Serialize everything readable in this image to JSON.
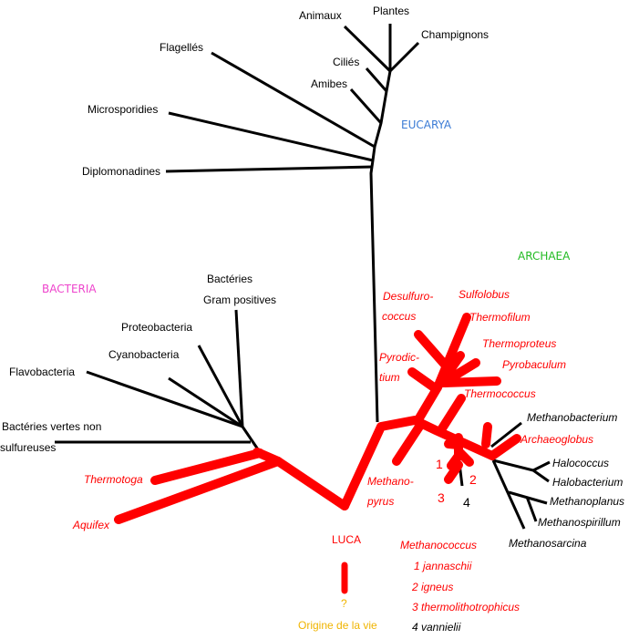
{
  "colors": {
    "black": "#000000",
    "red": "#ff0000",
    "eucarya": "#3a7bd5",
    "archaea": "#22bb22",
    "bacteria": "#ee44cc",
    "origin": "#f0b400"
  },
  "domains": {
    "eucarya": "EUCARYA",
    "archaea": "ARCHAEA",
    "bacteria": "BACTERIA"
  },
  "eucarya": {
    "animaux": "Animaux",
    "plantes": "Plantes",
    "champignons": "Champignons",
    "cilies": "Ciliés",
    "amibes": "Amibes",
    "flagelles": "Flagellés",
    "microsporidies": "Microsporidies",
    "diplomonadines": "Diplomonadines"
  },
  "bacteria": {
    "gram_line1": "Bactéries",
    "gram_line2": "Gram positives",
    "proteobacteria": "Proteobacteria",
    "cyanobacteria": "Cyanobacteria",
    "flavobacteria": "Flavobacteria",
    "vertes_line1": "Bactéries vertes non",
    "vertes_line2": "sulfureuses",
    "thermotoga": "Thermotoga",
    "aquifex": "Aquifex"
  },
  "archaea": {
    "desulfuro_line1": "Desulfuro-",
    "desulfuro_line2": "coccus",
    "sulfolobus": "Sulfolobus",
    "thermofilum": "Thermofilum",
    "thermoproteus": "Thermoproteus",
    "pyrodic_line1": "Pyrodic-",
    "pyrodic_line2": "tium",
    "pyrobaculum": "Pyrobaculum",
    "thermococcus": "Thermococcus",
    "methanobacterium": "Methanobacterium",
    "archaeoglobus": "Archaeoglobus",
    "halococcus": "Halococcus",
    "halobacterium": "Halobacterium",
    "methanoplanus": "Methanoplanus",
    "methanospirillum": "Methanospirillum",
    "methanosarcina": "Methanosarcina",
    "methanopyrus_line1": "Methano-",
    "methanopyrus_line2": "pyrus"
  },
  "methanococcus": {
    "num1": "1",
    "num2": "2",
    "num3": "3",
    "num4": "4",
    "legend_title": "Methanococcus",
    "legend": [
      "1 jannaschii",
      "2 igneus",
      "3 thermolithotrophicus",
      "4 vannielii"
    ]
  },
  "root": {
    "luca": "LUCA",
    "question": "?",
    "origin": "Origine de la vie"
  }
}
